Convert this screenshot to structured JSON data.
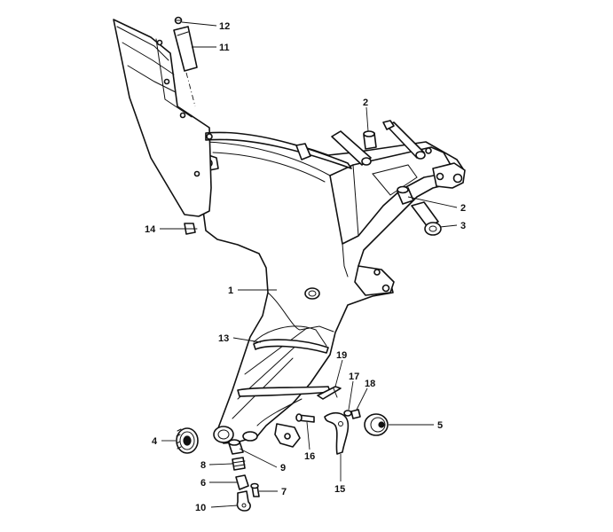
{
  "diagram": {
    "parts": [
      {
        "id": "1",
        "label": "1"
      },
      {
        "id": "2a",
        "label": "2"
      },
      {
        "id": "2b",
        "label": "2"
      },
      {
        "id": "3",
        "label": "3"
      },
      {
        "id": "4",
        "label": "4"
      },
      {
        "id": "5",
        "label": "5"
      },
      {
        "id": "6",
        "label": "6"
      },
      {
        "id": "7",
        "label": "7"
      },
      {
        "id": "8",
        "label": "8"
      },
      {
        "id": "9",
        "label": "9"
      },
      {
        "id": "10",
        "label": "10"
      },
      {
        "id": "11",
        "label": "11"
      },
      {
        "id": "12",
        "label": "12"
      },
      {
        "id": "13",
        "label": "13"
      },
      {
        "id": "14",
        "label": "14"
      },
      {
        "id": "15",
        "label": "15"
      },
      {
        "id": "16",
        "label": "16"
      },
      {
        "id": "17",
        "label": "17"
      },
      {
        "id": "18",
        "label": "18"
      },
      {
        "id": "19",
        "label": "19"
      }
    ]
  }
}
